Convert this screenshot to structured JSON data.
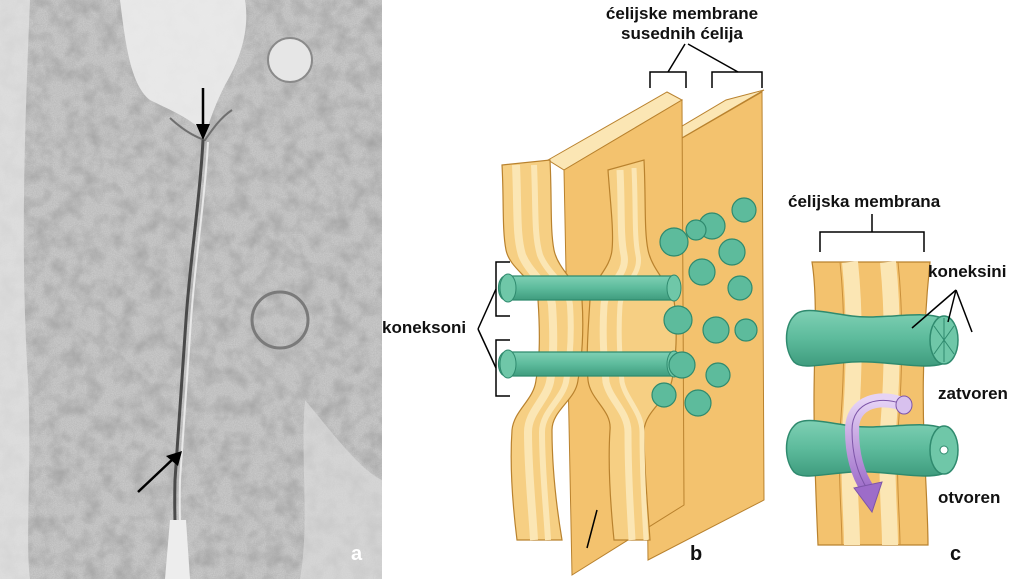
{
  "panels": {
    "a": {
      "letter": "a"
    },
    "b": {
      "letter": "b",
      "title_line1": "ćelijske membrane",
      "title_line2": "susednih ćelija",
      "connexons_label": "koneksoni"
    },
    "c": {
      "letter": "c",
      "title": "ćelijska membrana",
      "connexins_label": "koneksini",
      "closed_label": "zatvoren",
      "open_label": "otvoren"
    }
  },
  "colors": {
    "membrane_face": "#f3c26e",
    "membrane_light": "#fbe6b4",
    "membrane_edge": "#e2a64a",
    "connexon": "#5dbb9c",
    "connexon_dark": "#2f8a6e",
    "arrow_purple": "#b58fd8",
    "micrograph_bg": "#c9c9c9"
  }
}
